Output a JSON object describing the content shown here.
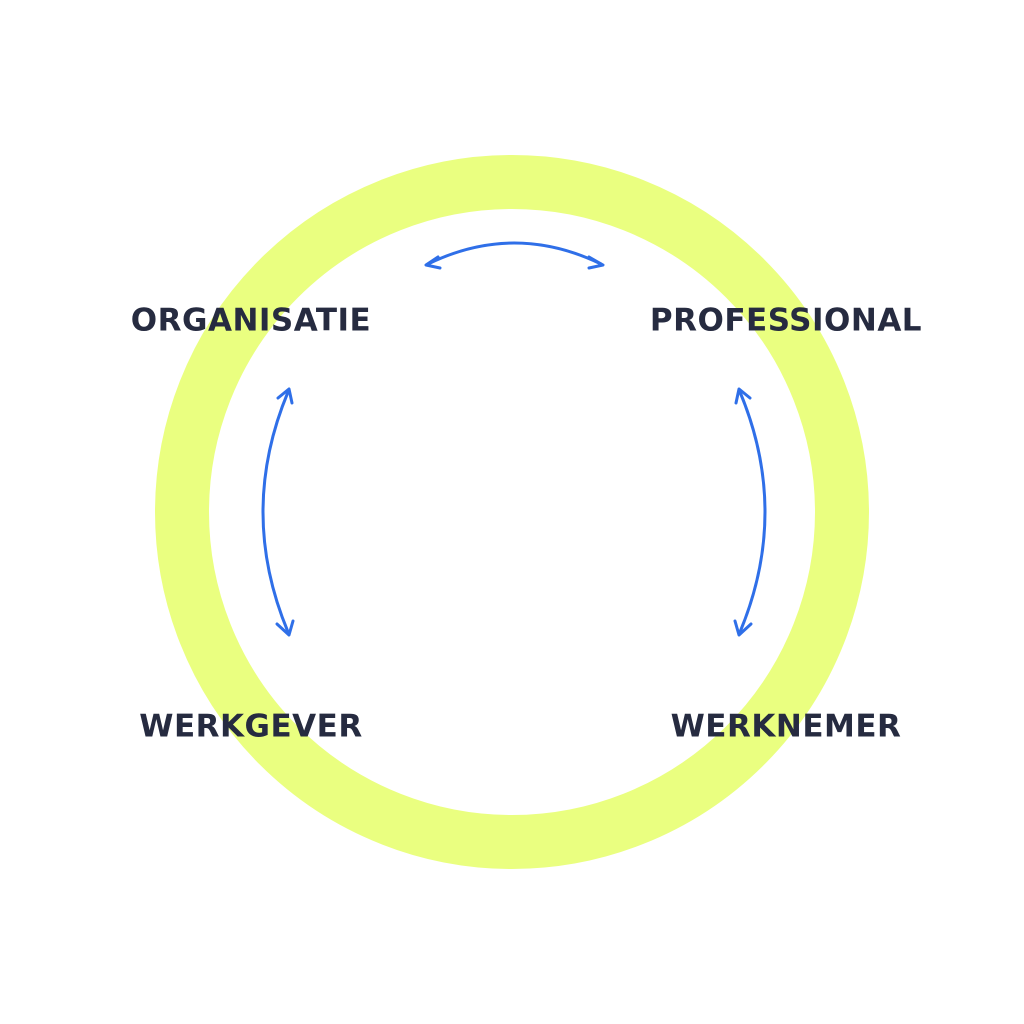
{
  "diagram": {
    "ring_color": "#eaff80",
    "arrow_color": "#2f6fe8",
    "label_color": "#262b40",
    "nodes": {
      "organisatie": "ORGANISATIE",
      "professional": "PROFESSIONAL",
      "werkgever": "WERKGEVER",
      "werknemer": "WERKNEMER"
    },
    "connections": [
      {
        "from": "organisatie",
        "to": "professional",
        "type": "bidirectional"
      },
      {
        "from": "organisatie",
        "to": "werkgever",
        "type": "bidirectional"
      },
      {
        "from": "professional",
        "to": "werknemer",
        "type": "bidirectional"
      }
    ]
  }
}
